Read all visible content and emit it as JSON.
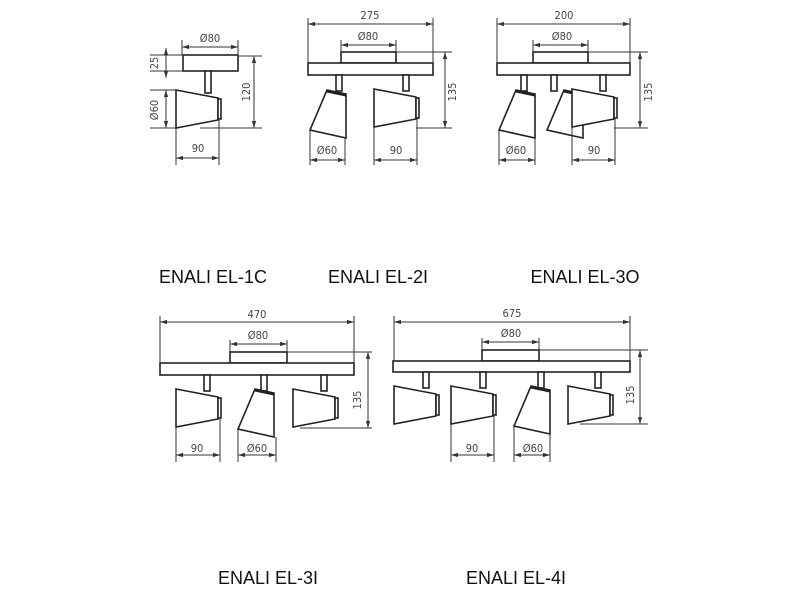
{
  "colors": {
    "line": "#333333",
    "text": "#111111",
    "background": "#ffffff"
  },
  "models": [
    {
      "name": "ENALI EL-1C",
      "dims": {
        "base_diameter": "Ø80",
        "base_height": "25",
        "total_height": "120",
        "shade_diameter": "Ø60",
        "shade_length": "90"
      }
    },
    {
      "name": "ENALI EL-2I",
      "dims": {
        "length": "275",
        "base_diameter": "Ø80",
        "height": "135",
        "shade_diameter": "Ø60",
        "shade_length": "90"
      }
    },
    {
      "name": "ENALI EL-3O",
      "dims": {
        "length": "200",
        "base_diameter": "Ø80",
        "height": "135",
        "shade_diameter": "Ø60",
        "shade_length": "90"
      }
    },
    {
      "name": "ENALI EL-3I",
      "dims": {
        "length": "470",
        "base_diameter": "Ø80",
        "height": "135",
        "shade_diameter": "Ø60",
        "shade_length": "90"
      }
    },
    {
      "name": "ENALI EL-4I",
      "dims": {
        "length": "675",
        "base_diameter": "Ø80",
        "height": "135",
        "shade_diameter": "Ø60",
        "shade_length": "90"
      }
    }
  ]
}
